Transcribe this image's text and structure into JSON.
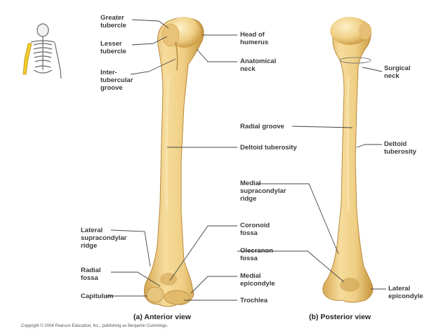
{
  "labels": {
    "greater_tubercle": "Greater\ntubercle",
    "lesser_tubercle": "Lesser\ntubercle",
    "intertubercular_groove": "Inter-\ntubercular\ngroove",
    "head_of_humerus": "Head of\nhumerus",
    "anatomical_neck": "Anatomical\nneck",
    "surgical_neck": "Surgical\nneck",
    "radial_groove": "Radial groove",
    "deltoid_tuberosity_center": "Deltoid tuberosity",
    "deltoid_tuberosity_right": "Deltoid\ntuberosity",
    "medial_supracondylar_ridge": "Medial\nsupracondylar\nridge",
    "lateral_supracondylar_ridge": "Lateral\nsupracondylar\nridge",
    "coronoid_fossa": "Coronoid\nfossa",
    "olecranon_fossa": "Olecranon\nfossa",
    "radial_fossa": "Radial\nfossa",
    "medial_epicondyle": "Medial\nepicondyle",
    "capitulum": "Capitulum",
    "trochlea": "Trochlea",
    "lateral_epicondyle": "Lateral\nepicondyle"
  },
  "captions": {
    "anterior": "(a) Anterior view",
    "posterior": "(b) Posterior view"
  },
  "copyright": "Copyright © 2004 Pearson Education, Inc., publishing as Benjamin Cummings.",
  "colors": {
    "bone": "#efcf85",
    "bone_shadow": "#c99a45",
    "bone_highlight": "#fbe6b2",
    "highlight_arm": "#f2cc2a",
    "leader_line": "#444444"
  }
}
